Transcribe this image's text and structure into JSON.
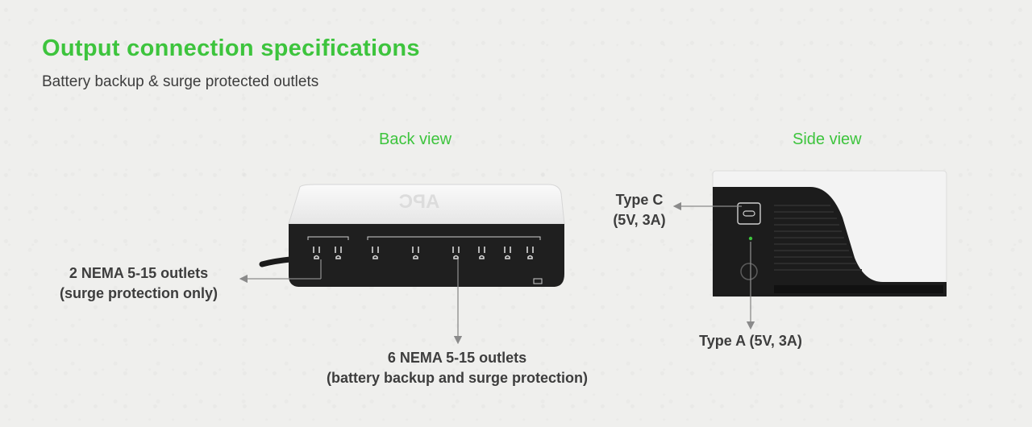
{
  "header": {
    "title": "Output connection specifications",
    "subtitle": "Battery backup & surge protected outlets"
  },
  "views": {
    "back": {
      "label": "Back view",
      "logo": "APC"
    },
    "side": {
      "label": "Side view"
    }
  },
  "callouts": {
    "surge_outlets": {
      "line1": "2 NEMA 5-15 outlets",
      "line2": "(surge protection only)"
    },
    "battery_outlets": {
      "line1": "6 NEMA 5-15 outlets",
      "line2": "(battery backup and surge protection)"
    },
    "type_c": {
      "line1": "Type C",
      "line2": "(5V, 3A)"
    },
    "type_a": {
      "line1": "Type A (5V, 3A)"
    }
  },
  "colors": {
    "accent": "#3dc43d",
    "device_top": "#f4f4f4",
    "device_body": "#1f1f1f",
    "arrow": "#8a8a8a"
  }
}
